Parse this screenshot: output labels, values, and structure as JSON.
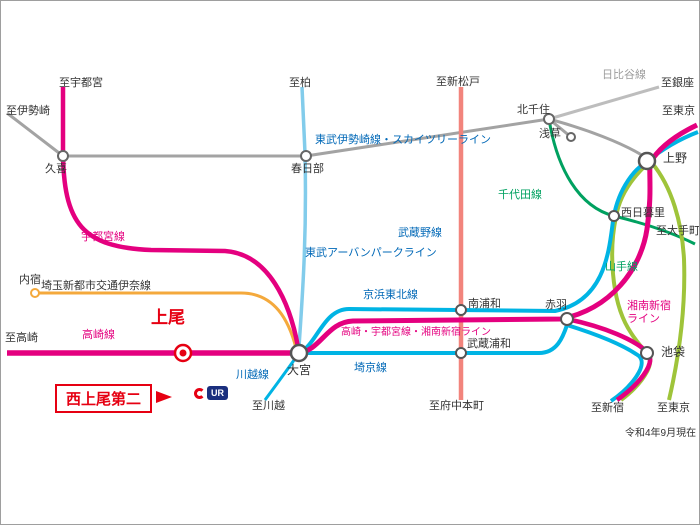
{
  "colors": {
    "magenta": "#e4007f",
    "red": "#e60012",
    "cyan": "#00b4e4",
    "salmon": "#f2847c",
    "orange": "#f4a93c",
    "gray": "#a3a3a3",
    "light_gray": "#bdbdbd",
    "green": "#00a160",
    "yamanote": "#9fc43a",
    "urban_park": "#82cceb",
    "label_blue": "#0068b7",
    "label_gray": "#9d9d9d",
    "station_stroke": "#666666"
  },
  "labels": {
    "to_utsunomiya": "至宇都宮",
    "to_isesaki": "至伊勢崎",
    "to_kashiwa": "至柏",
    "to_shin_matsudo": "至新松戸",
    "hibiya_line": "日比谷線",
    "to_ginza": "至銀座",
    "to_tokyo_top": "至東京",
    "kita_senju": "北千住",
    "asakusa": "浅草",
    "kuki": "久喜",
    "kasukabe": "春日部",
    "tobu_isesaki_skytree_line": "東武伊勢崎線・スカイツリーライン",
    "ueno": "上野",
    "chiyoda_line": "千代田線",
    "nishi_nippori": "西日暮里",
    "to_otemachi": "至大手町",
    "utsunomiya_line": "宇都宮線",
    "tobu_urban_park_line": "東武アーバンパークライン",
    "musashino_line": "武蔵野線",
    "yamanote_line": "山手線",
    "uchijuku": "内宿",
    "saitama_new_urban_transit_ina_line": "埼玉新都市交通伊奈線",
    "keihin_tohoku_line": "京浜東北線",
    "minami_urawa": "南浦和",
    "akabane": "赤羽",
    "shonan_shinjuku_line": "湘南新宿ライン",
    "ageo": "上尾",
    "takasaki_line": "高崎線",
    "to_takasaki": "至高崎",
    "takasaki_utsunomiya_shonan_shinjuku_line": "高崎・宇都宮線・湘南新宿ライン",
    "musashi_urawa": "武蔵浦和",
    "omiya": "大宮",
    "saikyo_line": "埼京線",
    "ikebukuro": "池袋",
    "kawagoe_line": "川越線",
    "to_kawagoe": "至川越",
    "to_fuchu_hommachi": "至府中本町",
    "to_shinjuku": "至新宿",
    "to_tokyo_bottom": "至東京",
    "callout_property": "西上尾第二",
    "ur_logo": "UR",
    "as_of": "令和4年9月現在"
  }
}
